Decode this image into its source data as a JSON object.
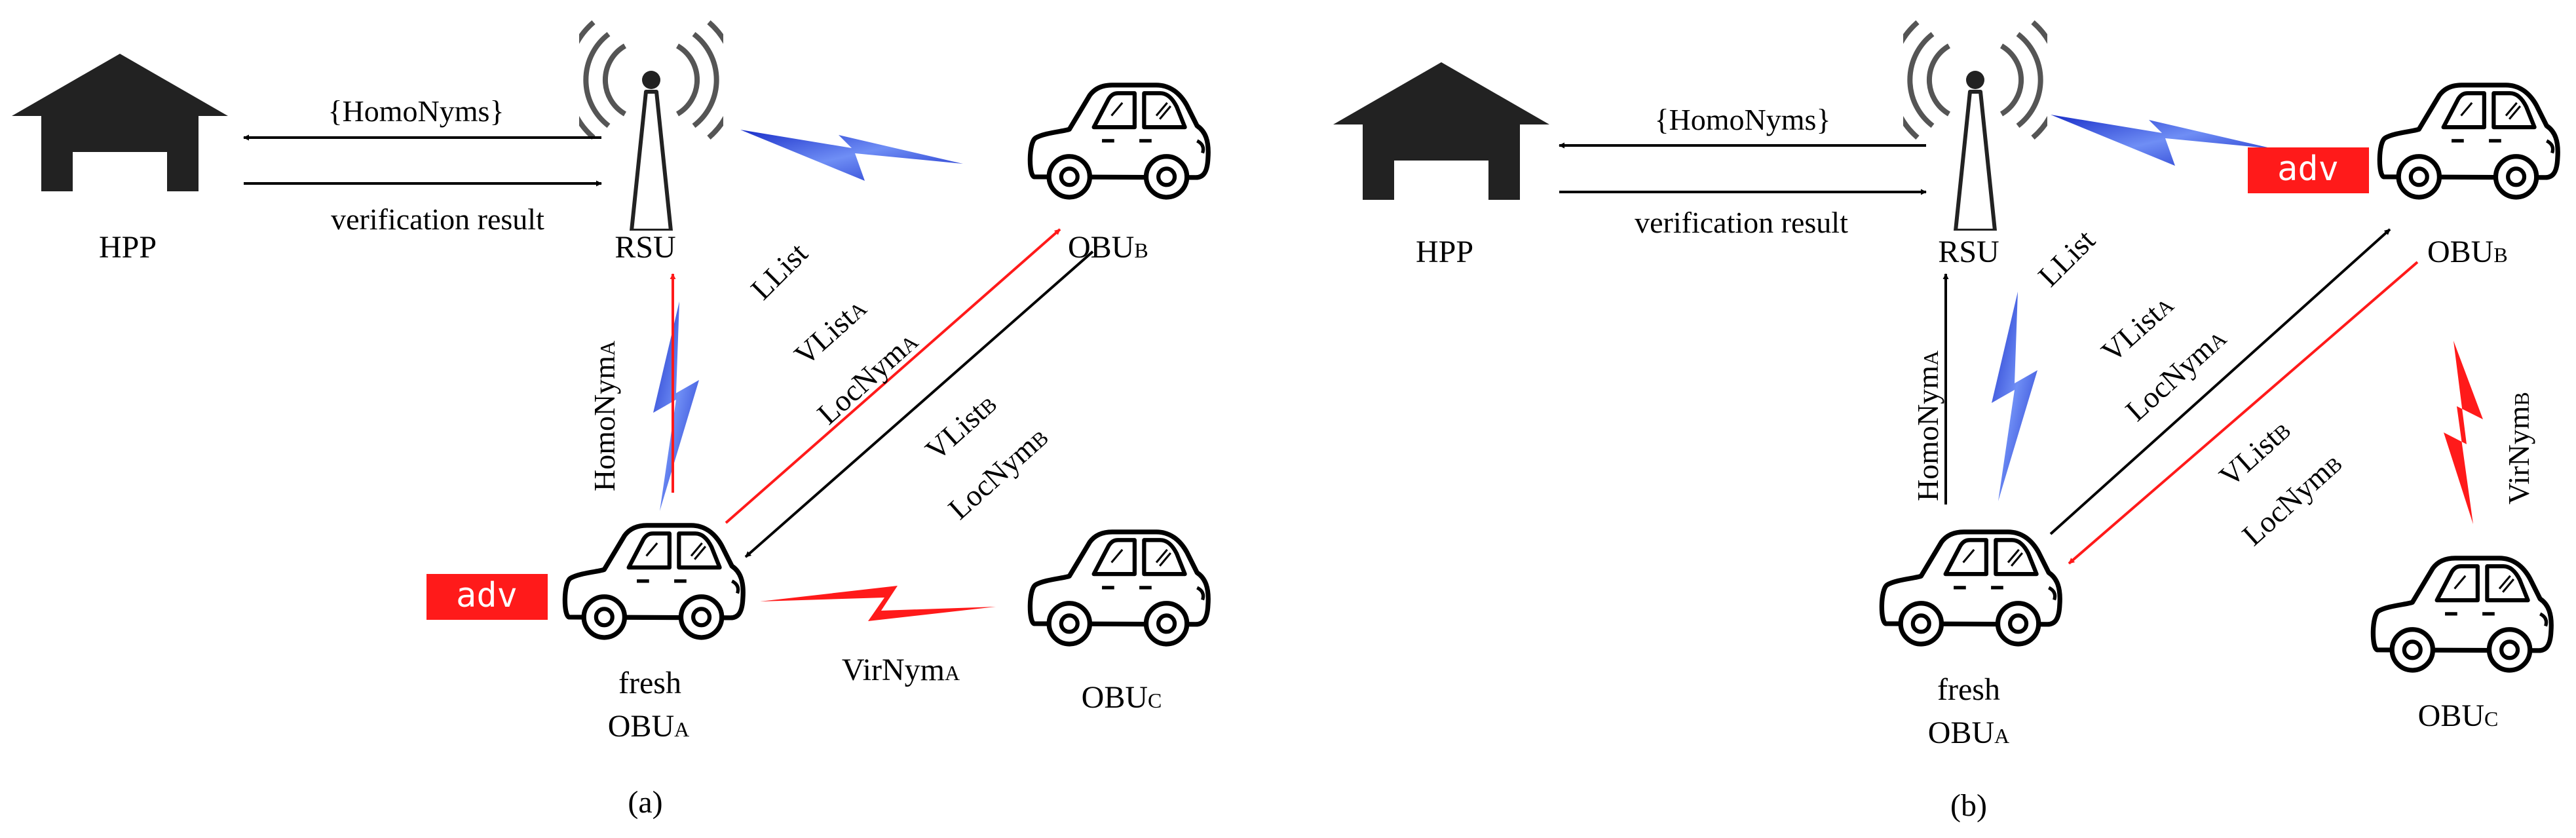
{
  "colors": {
    "accent_red": "#ff1a1a",
    "ink": "#000000",
    "wave_blue": "#2c4bd8",
    "adv_box": "#ff1a1a"
  },
  "panel_a": {
    "caption": "(a)",
    "hpp": "HPP",
    "rsu": "RSU",
    "homonyms": "{HomoNyms}",
    "verification": "verification result",
    "llist": "LList",
    "obub": "OBU",
    "obub_sub": "B",
    "obuc": "OBU",
    "obuc_sub": "C",
    "fresh": "fresh",
    "obua": "OBU",
    "obua_sub": "A",
    "homonym_main": "HomoNym",
    "homonym_sub": "A",
    "vlist_a_main": "VList",
    "vlist_a_sub": "A",
    "locnym_a_main": "LocNym",
    "locnym_a_sub": "A",
    "vlist_b_main": "VList",
    "vlist_b_sub": "B",
    "locnym_b_main": "LocNym",
    "locnym_b_sub": "B",
    "virnym_main": "VirNym",
    "virnym_sub": "A",
    "adv": "adv"
  },
  "panel_b": {
    "caption": "(b)",
    "hpp": "HPP",
    "rsu": "RSU",
    "homonyms": "{HomoNyms}",
    "verification": "verification result",
    "llist": "LList",
    "obub": "OBU",
    "obub_sub": "B",
    "obuc": "OBU",
    "obuc_sub": "C",
    "fresh": "fresh",
    "obua": "OBU",
    "obua_sub": "A",
    "homonym_main": "HomoNym",
    "homonym_sub": "A",
    "vlist_a_main": "VList",
    "vlist_a_sub": "A",
    "locnym_a_main": "LocNym",
    "locnym_a_sub": "A",
    "vlist_b_main": "VList",
    "vlist_b_sub": "B",
    "locnym_b_main": "LocNym",
    "locnym_b_sub": "B",
    "virnym_main": "VirNym",
    "virnym_sub": "B",
    "adv": "adv"
  }
}
